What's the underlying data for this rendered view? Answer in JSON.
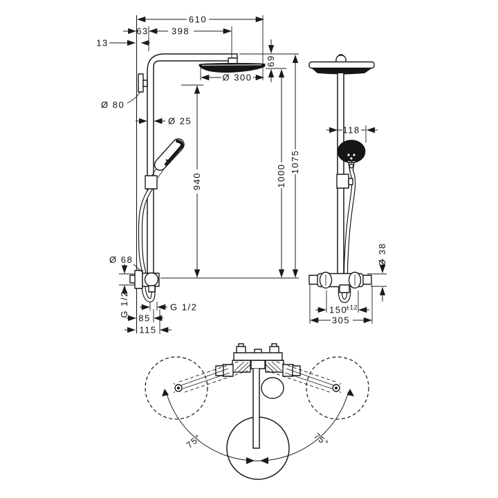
{
  "drawing": {
    "background": "#ffffff",
    "line_color": "#1a1a1a",
    "views": {
      "side": "side-view-showerpipe",
      "front": "front-view-showerpipe",
      "top": "top-view-swivel-range"
    }
  },
  "dims": {
    "d610": "610",
    "d63": "63",
    "d398": "398",
    "d13": "13",
    "d300": "Ø 300",
    "d69": "69",
    "d80": "Ø 80",
    "d25": "Ø 25",
    "d940": "940",
    "d1000": "1000",
    "d1075": "1075",
    "d68": "Ø 68",
    "g12_wall": "G 1/2",
    "g12_hose": "G 1/2",
    "d85": "85",
    "d115": "115",
    "d118": "118",
    "d38": "Ø 38",
    "d150": "150",
    "d150tol": "±12",
    "d305": "305",
    "angle_left": "75°",
    "angle_right": "75°"
  }
}
